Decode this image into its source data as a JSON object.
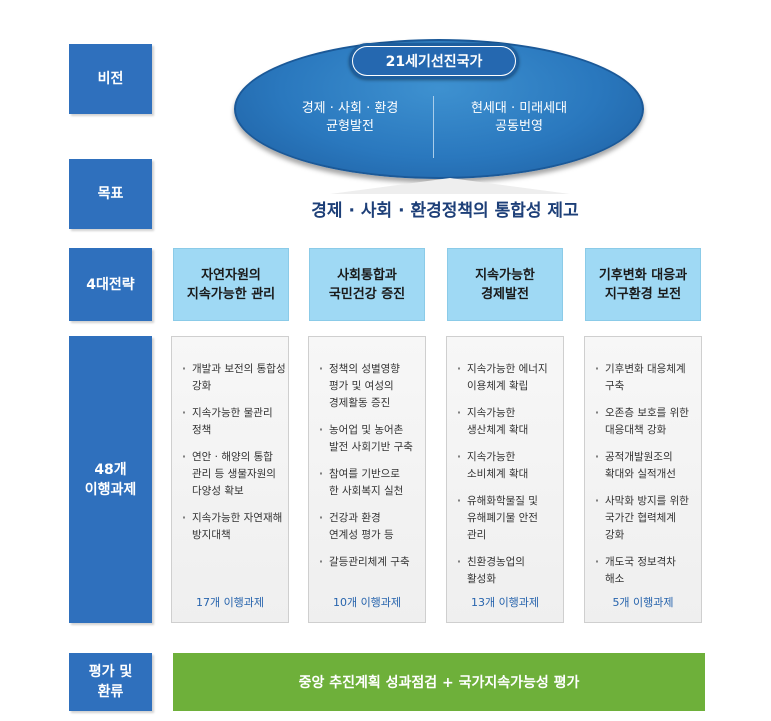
{
  "rows": {
    "vision": "비전",
    "goal": "목표",
    "strategy": "4대전략",
    "tasks": "48개\n이행과제",
    "evaluation": "평가 및\n환류"
  },
  "vision": {
    "title": "21세기선진국가",
    "left": "경제 · 사회 · 환경\n균형발전",
    "right": "현세대 · 미래세대\n공동번영"
  },
  "goal": "경제 · 사회 · 환경정책의 통합성 제고",
  "strategies": [
    "자연자원의\n지속가능한 관리",
    "사회통합과\n국민건강 증진",
    "지속가능한\n경제발전",
    "기후변화 대응과\n지구환경 보전"
  ],
  "tasks": [
    {
      "items": [
        "개발과 보전의 통합성\n강화",
        "지속가능한 물관리\n정책",
        "연안 · 해양의 통합\n관리 등 생물자원의\n다양성 확보",
        "지속가능한 자연재해\n방지대책"
      ],
      "count": "17개 이행과제"
    },
    {
      "items": [
        "정책의 성별영향\n평가 및 여성의\n경제활동 증진",
        "농어업 및 농어촌\n발전 사회기반 구축",
        "참여를 기반으로\n한 사회복지 실천",
        "건강과 환경\n연계성 평가 등",
        "갈등관리체계 구축"
      ],
      "count": "10개 이행과제"
    },
    {
      "items": [
        "지속가능한 에너지\n이용체계 확립",
        "지속가능한\n생산체계 확대",
        "지속가능한\n소비체계 확대",
        "유해화학물질 및\n유해폐기물 안전\n관리",
        "친환경농업의\n활성화"
      ],
      "count": "13개 이행과제"
    },
    {
      "items": [
        "기후변화 대응체계\n구축",
        "오존층 보호를 위한\n대응대책 강화",
        "공적개발원조의\n확대와 실적개선",
        "사막화 방지를 위한\n국가간 협력체계\n강화",
        "개도국 정보격차\n해소"
      ],
      "count": "5개 이행과제"
    }
  ],
  "evaluation": "중앙 추진계획 성과점검 + 국가지속가능성 평가"
}
